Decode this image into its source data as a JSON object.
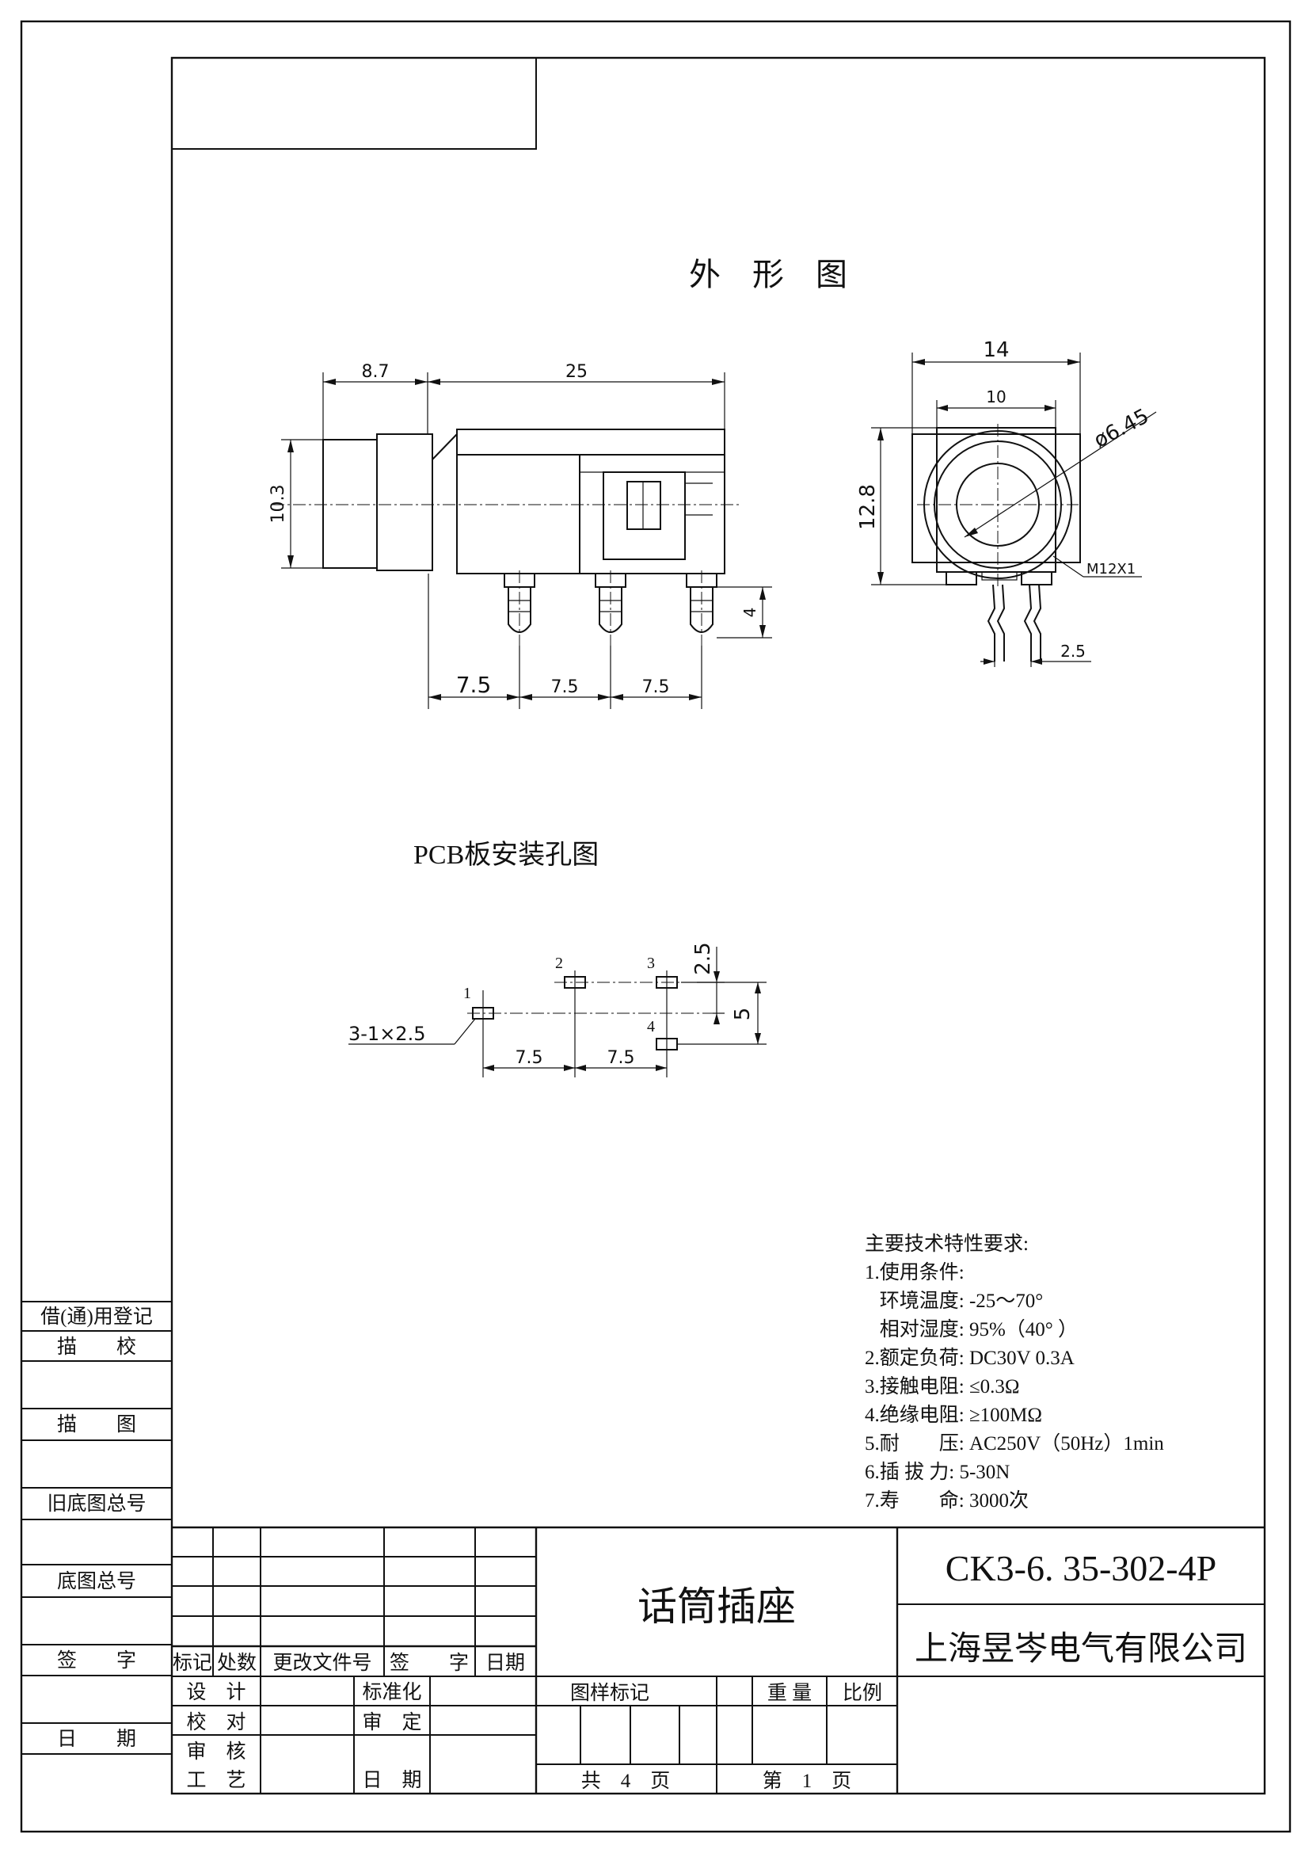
{
  "view_titles": {
    "outline": "外　形　图",
    "pcb": "PCB板安装孔图"
  },
  "dimensions": {
    "side_width_a": "8.7",
    "side_width_b": "25",
    "side_height": "10.3",
    "pin_length": "4",
    "pin_pitch_1": "7.5",
    "pin_pitch_2": "7.5",
    "pin_pitch_3": "7.5",
    "front_width": "14",
    "front_inner": "10",
    "front_height": "12.8",
    "front_diameter": "ø6.45",
    "front_thread": "M12X1",
    "front_pin_pitch": "2.5"
  },
  "pcb": {
    "pin_labels": [
      "1",
      "2",
      "3",
      "4"
    ],
    "hole_size": "3-1×2.5",
    "pitch_x1": "7.5",
    "pitch_x2": "7.5",
    "offset_y": "2.5",
    "span_y": "5"
  },
  "specs": {
    "heading": "主要技术特性要求:",
    "lines": [
      "1.使用条件:",
      "   环境温度: -25～70°",
      "   相对湿度: 95%（40° ）",
      "2.额定负荷: DC30V 0.3A",
      "3.接触电阻: ≤0.3Ω",
      "4.绝缘电阻: ≥100MΩ",
      "5.耐　　压: AC250V（50Hz）1min",
      "6.插 拔 力: 5-30N",
      "7.寿　　命: 3000次"
    ]
  },
  "left_strip": {
    "labels": [
      "借(通)用登记",
      "描　　校",
      "描　　图",
      "旧底图总号",
      "底图总号",
      "签　　字",
      "日　　期"
    ]
  },
  "title_block": {
    "rev_headers": [
      "标记",
      "处数",
      "更改文件号",
      "签　　字",
      "日期"
    ],
    "roles_left": [
      "设　计",
      "校　对",
      "审　核",
      "工　艺"
    ],
    "roles_mid": [
      "标准化",
      "审　定",
      "日　期"
    ],
    "product_name": "话筒插座",
    "part_number": "CK3-6. 35-302-4P",
    "company": "上海昱岑电气有限公司",
    "sample_mark": "图样标记",
    "weight": "重 量",
    "scale": "比例",
    "sheets_total": "共　4　页",
    "sheet_no": "第　1　页"
  }
}
